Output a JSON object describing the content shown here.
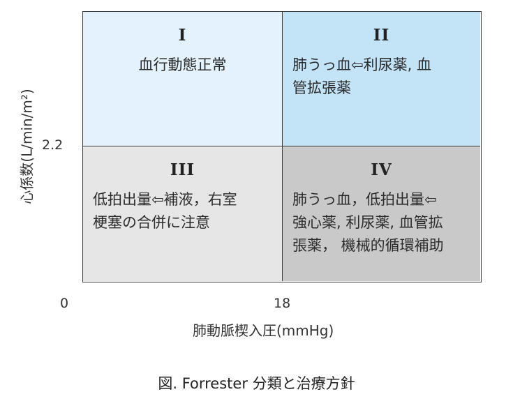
{
  "axes": {
    "y_label": "心係数(L/min/m²)",
    "y_tick": "2.2",
    "x_tick_origin": "0",
    "x_tick": "18",
    "x_label": "肺動脈楔入圧(mmHg)"
  },
  "quadrants": [
    {
      "numeral": "I",
      "text": "血行動態正常"
    },
    {
      "numeral": "II",
      "text": "肺うっ血⇦利尿薬, 血\n管拡張薬"
    },
    {
      "numeral": "III",
      "text": "低拍出量⇦補液，右室\n梗塞の合併に注意"
    },
    {
      "numeral": "IV",
      "text": "肺うっ血，低拍出量⇦\n強心薬, 利尿薬, 血管拡\n張薬， 機械的循環補助"
    }
  ],
  "colors": {
    "q1": "#e3f2fc",
    "q2": "#c3e3f7",
    "q3": "#e6e6e6",
    "q4": "#c9c9c9"
  },
  "caption": "図. Forrester 分類と治療方針"
}
